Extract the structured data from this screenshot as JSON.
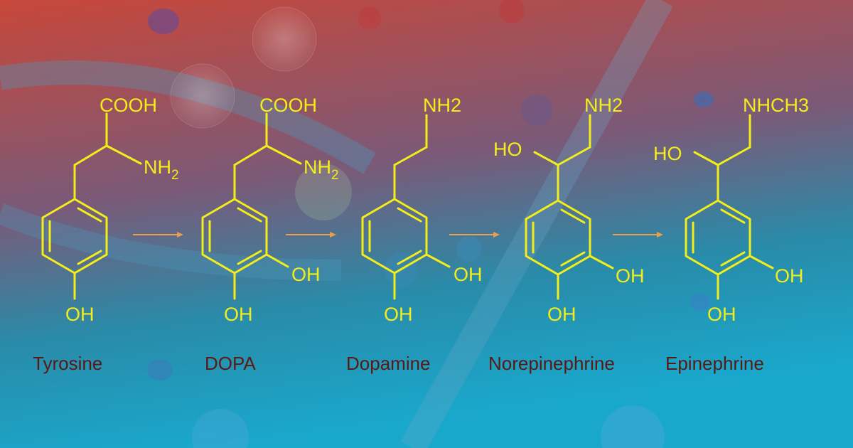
{
  "colors": {
    "background_top": "#c8473a",
    "background_bottom": "#1aa3c8",
    "bond": "#f3ee1a",
    "label": "#5a1a14",
    "arrow": "#e6a050"
  },
  "compounds": [
    {
      "name": "Tyrosine",
      "side_group": "COOH",
      "amine": "NH",
      "amine_sub": "2",
      "hydroxyl_para": "OH"
    },
    {
      "name": "DOPA",
      "side_group": "COOH",
      "amine": "NH",
      "amine_sub": "2",
      "hydroxyl_meta": "OH",
      "hydroxyl_para": "OH"
    },
    {
      "name": "Dopamine",
      "amine": "NH2",
      "hydroxyl_meta": "OH",
      "hydroxyl_para": "OH"
    },
    {
      "name": "Norepinephrine",
      "amine": "NH2",
      "side_hydroxyl": "HO",
      "hydroxyl_meta": "OH",
      "hydroxyl_para": "OH"
    },
    {
      "name": "Epinephrine",
      "amine": "NHCH3",
      "side_hydroxyl": "HO",
      "hydroxyl_meta": "OH",
      "hydroxyl_para": "OH"
    }
  ]
}
